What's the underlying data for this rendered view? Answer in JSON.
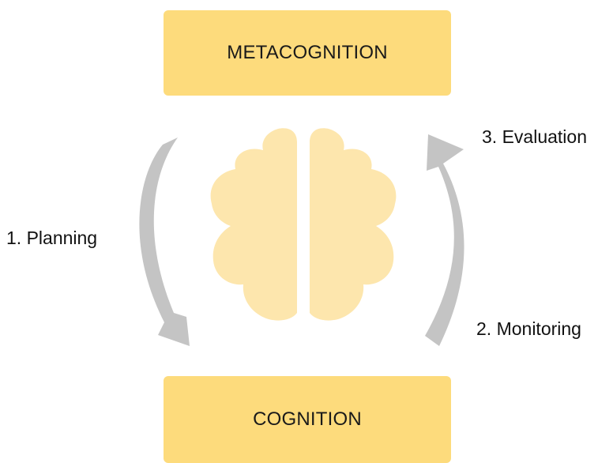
{
  "colors": {
    "box_fill": "#fddb7c",
    "brain_fill": "#fde6ad",
    "arrow_fill": "#c4c4c4",
    "text": "#111111"
  },
  "boxes": {
    "top_label": "METACOGNITION",
    "bottom_label": "COGNITION"
  },
  "stages": {
    "planning": "1. Planning",
    "monitoring": "2. Monitoring",
    "evaluation": "3. Evaluation"
  },
  "icons": {
    "center": "brain-icon",
    "left_arrow": "curved-arrow-down-icon",
    "right_arrow": "curved-arrow-up-icon"
  }
}
